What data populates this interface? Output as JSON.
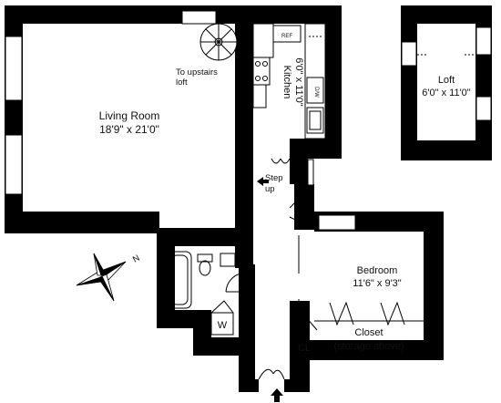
{
  "rooms": {
    "living_room": {
      "name": "Living Room",
      "size": "18'9\" x 21'0\""
    },
    "kitchen": {
      "name": "Kitchen",
      "size": "6'0\" x 11'0\""
    },
    "bedroom": {
      "name": "Bedroom",
      "size": "11'6\" x 9'3\""
    },
    "loft": {
      "name": "Loft",
      "size": "6'0\" x 11'0\""
    },
    "closet": {
      "name": "Closet",
      "note": "(storage above)"
    }
  },
  "labels": {
    "stair_note_line1": "To upstairs",
    "stair_note_line2": "loft",
    "step_line1": "Step",
    "step_line2": "up",
    "closet_small": "CL",
    "washer": "W",
    "fridge": "REF",
    "dishwasher": "D/W",
    "compass_north": "N"
  },
  "colors": {
    "wall": "#000000",
    "background": "#ffffff",
    "arrow": "#000000"
  },
  "icons": [
    "compass-rose-icon",
    "entry-arrow-icon",
    "step-up-arrow-icon"
  ]
}
